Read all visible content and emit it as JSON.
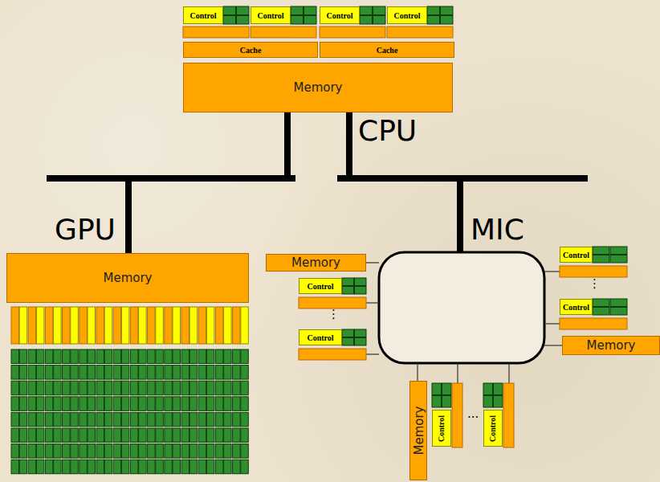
{
  "diagram": {
    "nodes": [
      {
        "text": [
          "Control"
        ]
      },
      {
        "text": [
          "Control"
        ]
      },
      {
        "text": [
          "Control"
        ]
      },
      {
        "text": [
          "Control"
        ]
      },
      {
        "text": [
          "Cache"
        ]
      },
      {
        "text": [
          "Cache"
        ]
      },
      {
        "text": [
          "Memory"
        ]
      },
      {
        "text": [
          "Memory"
        ]
      },
      {
        "text": [
          "Memory"
        ]
      },
      {
        "text": [
          "Control"
        ]
      },
      {
        "text": [
          "Control"
        ]
      },
      {
        "text": [
          "Control"
        ]
      },
      {
        "text": [
          "Control"
        ]
      },
      {
        "text": [
          "Memory"
        ]
      },
      {
        "text": [
          "Memory"
        ]
      },
      {
        "text": [
          "Control"
        ]
      },
      {
        "text": [
          "Control"
        ]
      }
    ],
    "edges": [
      {
        "from": 6,
        "to": 7,
        "arrow": "none"
      }
    ],
    "labels": [
      "CPU",
      "GPU",
      "MIC",
      "⋮",
      "⋮",
      "..."
    ]
  }
}
